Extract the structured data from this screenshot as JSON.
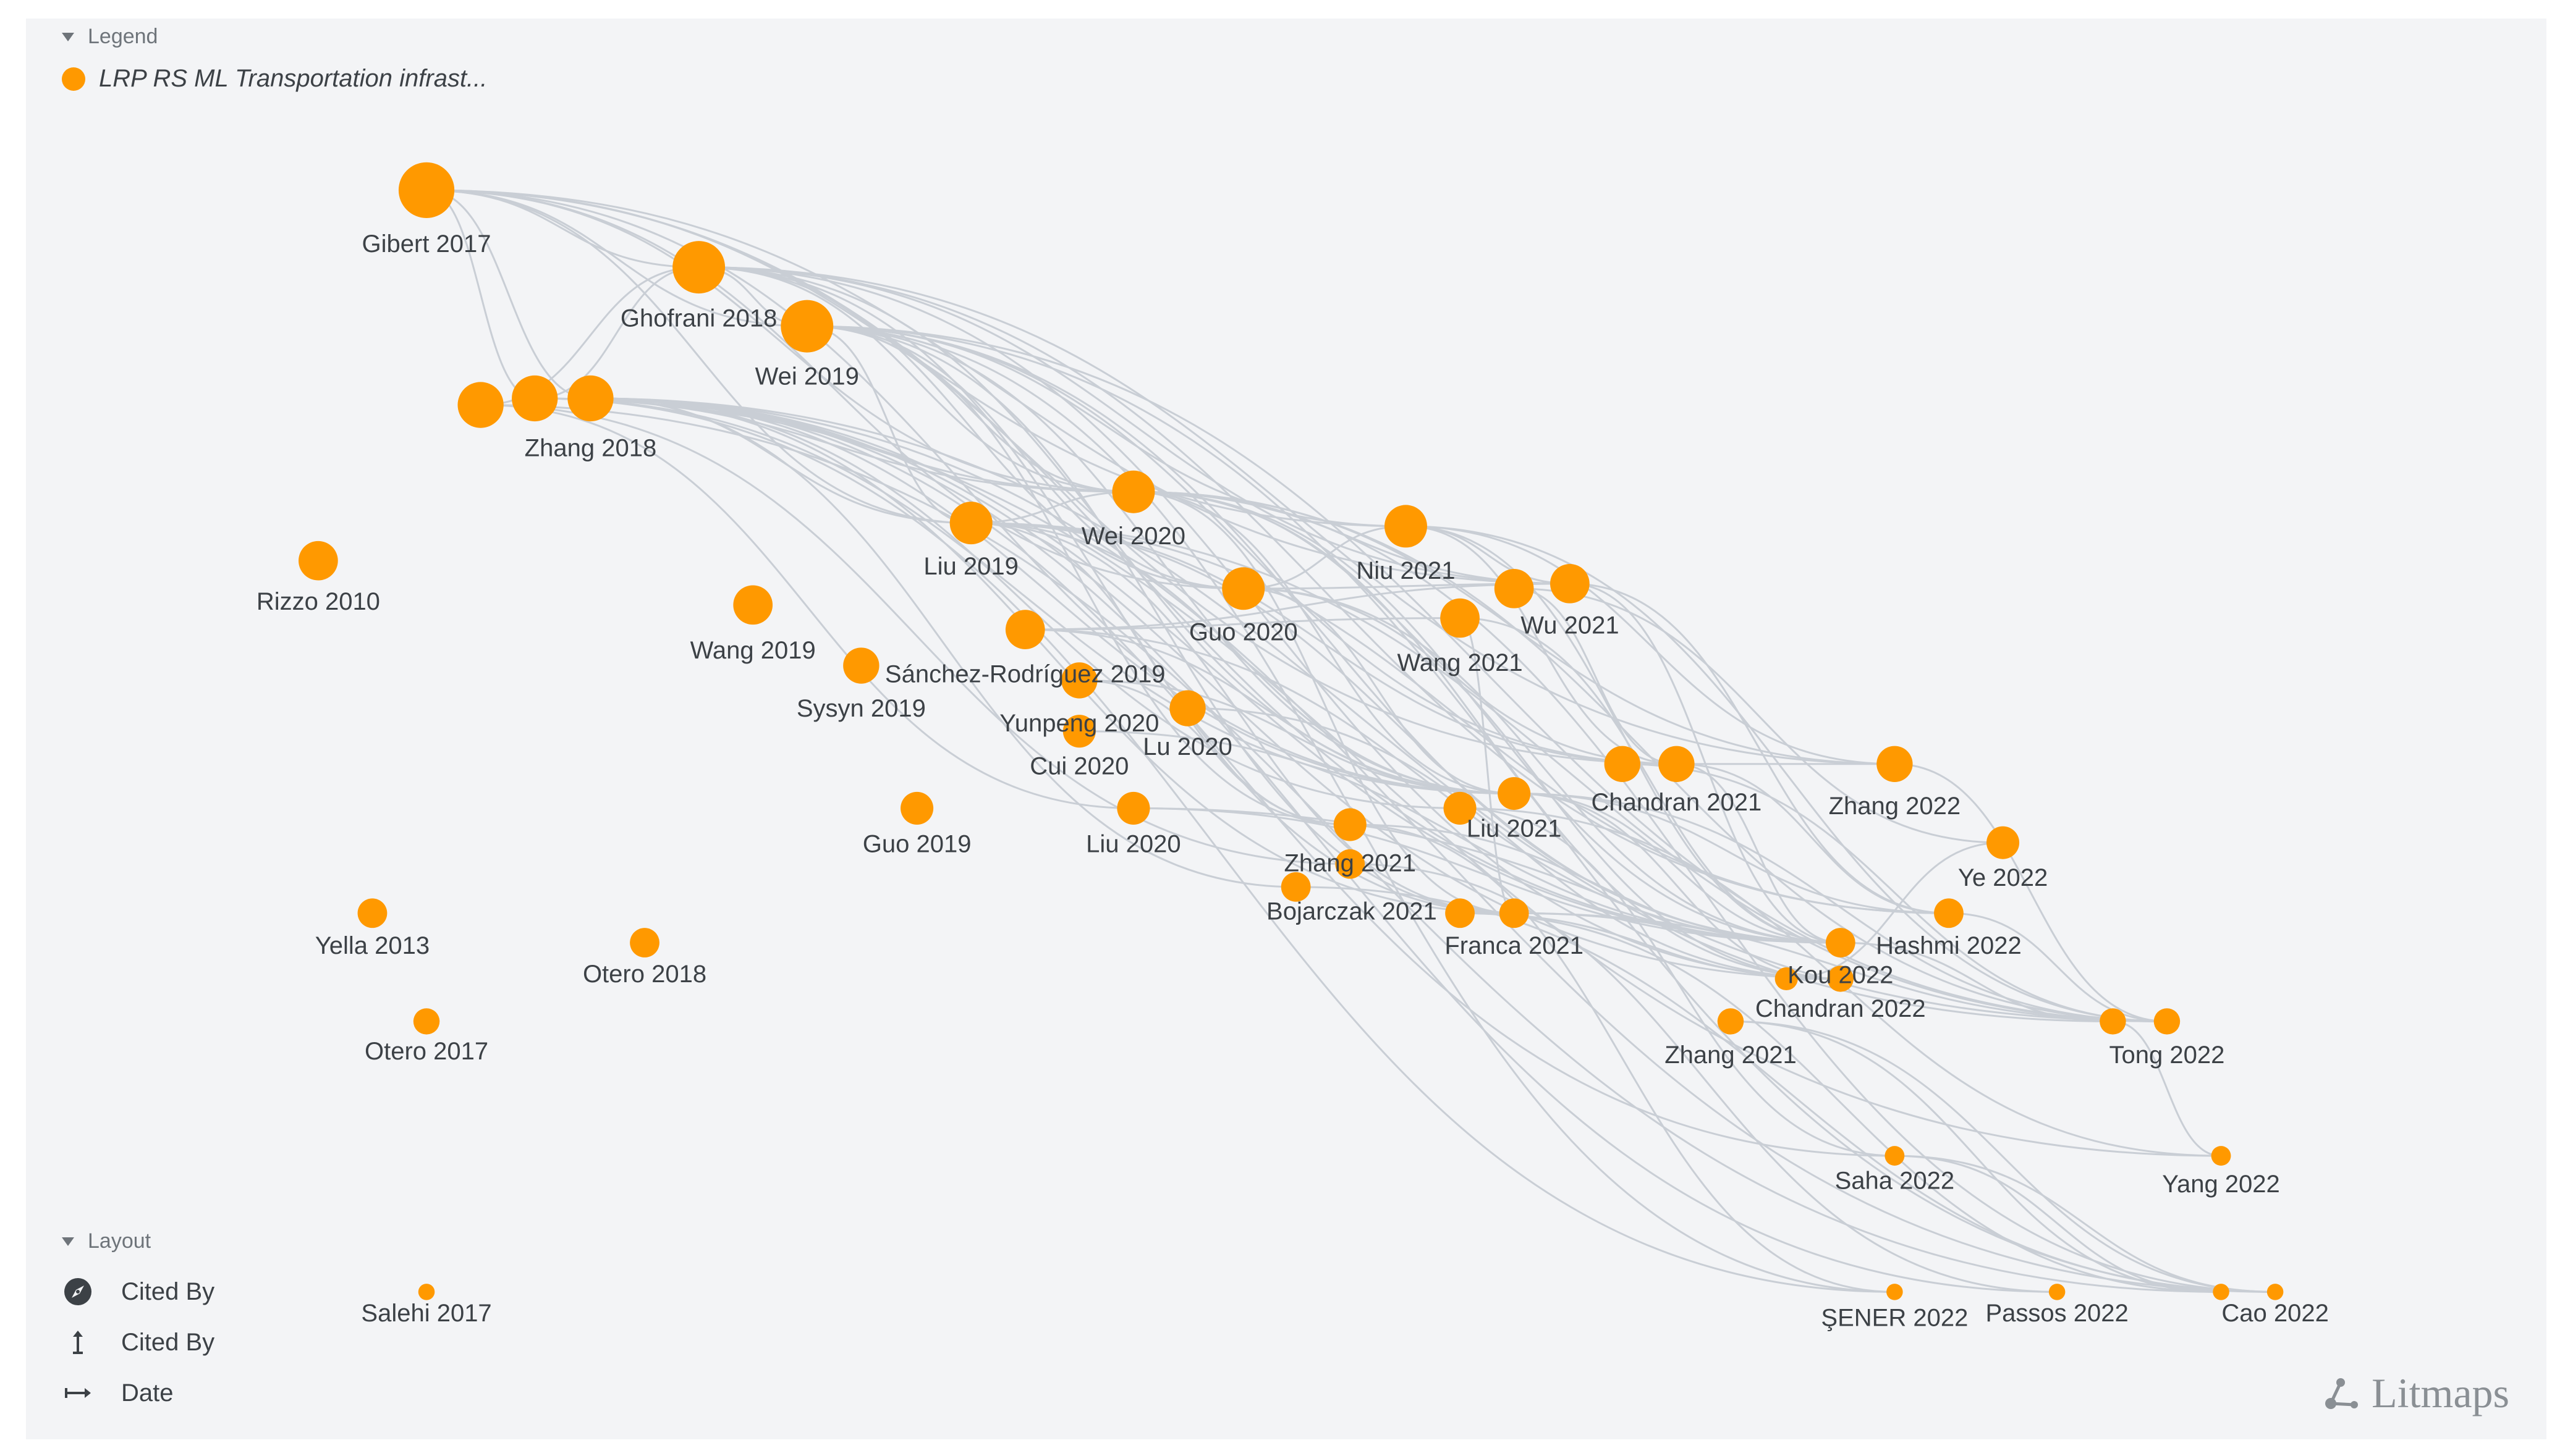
{
  "legend": {
    "header": "Legend",
    "items": [
      {
        "label": "LRP RS ML Transportation infrast...",
        "color": "#ff9900"
      }
    ]
  },
  "layout": {
    "header": "Layout",
    "items": [
      {
        "label": "Cited By",
        "icon": "compass-icon"
      },
      {
        "label": "Cited By",
        "icon": "vertical-axis-icon"
      },
      {
        "label": "Date",
        "icon": "horizontal-axis-icon"
      }
    ]
  },
  "logo": {
    "text": "Litmaps"
  },
  "colors": {
    "node": "#ff9900",
    "edge": "#c9ced5",
    "background": "#f3f4f6",
    "label": "#3c4146"
  },
  "graph": {
    "papers": [
      {
        "id": "gibert2017",
        "label": "Gibert 2017"
      },
      {
        "id": "ghofrani2018",
        "label": "Ghofrani 2018"
      },
      {
        "id": "wei2019",
        "label": "Wei 2019"
      },
      {
        "id": "zhang2018",
        "label": "Zhang 2018"
      },
      {
        "id": "zhang2018b",
        "label": ""
      },
      {
        "id": "zhang2018c",
        "label": ""
      },
      {
        "id": "rizzo2010",
        "label": "Rizzo 2010"
      },
      {
        "id": "liu2019",
        "label": "Liu 2019"
      },
      {
        "id": "wei2020",
        "label": "Wei 2020"
      },
      {
        "id": "niu2021",
        "label": "Niu 2021"
      },
      {
        "id": "guo2020",
        "label": "Guo 2020"
      },
      {
        "id": "wu2021",
        "label": "Wu 2021"
      },
      {
        "id": "wu2021b",
        "label": ""
      },
      {
        "id": "wang2021",
        "label": "Wang 2021"
      },
      {
        "id": "wang2019",
        "label": "Wang 2019"
      },
      {
        "id": "sanchez2019",
        "label": "Sánchez-Rodríguez 2019"
      },
      {
        "id": "sysyn2019",
        "label": "Sysyn 2019"
      },
      {
        "id": "yunpeng2020",
        "label": "Yunpeng 2020"
      },
      {
        "id": "cui2020",
        "label": "Cui 2020"
      },
      {
        "id": "lu2020",
        "label": "Lu 2020"
      },
      {
        "id": "guo2019",
        "label": "Guo 2019"
      },
      {
        "id": "liu2020",
        "label": "Liu 2020"
      },
      {
        "id": "chandran2021",
        "label": "Chandran 2021"
      },
      {
        "id": "chandran2021b",
        "label": ""
      },
      {
        "id": "zhang2022",
        "label": "Zhang 2022"
      },
      {
        "id": "liu2021",
        "label": "Liu 2021"
      },
      {
        "id": "liu2021b",
        "label": ""
      },
      {
        "id": "zhang2021",
        "label": "Zhang 2021"
      },
      {
        "id": "zhang2021b",
        "label": ""
      },
      {
        "id": "bojarczak2021",
        "label": "Bojarczak 2021"
      },
      {
        "id": "franca2021",
        "label": "Franca 2021"
      },
      {
        "id": "franca2021b",
        "label": ""
      },
      {
        "id": "ye2022",
        "label": "Ye 2022"
      },
      {
        "id": "hashmi2022",
        "label": "Hashmi 2022"
      },
      {
        "id": "kou2022",
        "label": "Kou 2022"
      },
      {
        "id": "kou2022b",
        "label": ""
      },
      {
        "id": "chandran2022",
        "label": "Chandran 2022"
      },
      {
        "id": "zhang2021c",
        "label": "Zhang 2021"
      },
      {
        "id": "tong2022",
        "label": "Tong 2022"
      },
      {
        "id": "tong2022b",
        "label": ""
      },
      {
        "id": "yella2013",
        "label": "Yella 2013"
      },
      {
        "id": "otero2018",
        "label": "Otero 2018"
      },
      {
        "id": "otero2017",
        "label": "Otero 2017"
      },
      {
        "id": "saha2022",
        "label": "Saha 2022"
      },
      {
        "id": "yang2022",
        "label": "Yang 2022"
      },
      {
        "id": "salehi2017",
        "label": "Salehi 2017"
      },
      {
        "id": "sener2022",
        "label": "ŞENER 2022"
      },
      {
        "id": "passos2022",
        "label": "Passos 2022"
      },
      {
        "id": "cao2022",
        "label": "Cao 2022"
      },
      {
        "id": "cao2022b",
        "label": ""
      }
    ],
    "links": [
      [
        "gibert2017",
        "ghofrani2018"
      ],
      [
        "gibert2017",
        "wei2019"
      ],
      [
        "gibert2017",
        "zhang2018"
      ],
      [
        "gibert2017",
        "zhang2018b"
      ],
      [
        "gibert2017",
        "liu2019"
      ],
      [
        "gibert2017",
        "wei2020"
      ],
      [
        "gibert2017",
        "guo2020"
      ],
      [
        "gibert2017",
        "niu2021"
      ],
      [
        "gibert2017",
        "liu2021"
      ],
      [
        "gibert2017",
        "chandran2021"
      ],
      [
        "gibert2017",
        "kou2022"
      ],
      [
        "gibert2017",
        "wu2021"
      ],
      [
        "ghofrani2018",
        "wei2019"
      ],
      [
        "ghofrani2018",
        "zhang2018b"
      ],
      [
        "ghofrani2018",
        "wei2020"
      ],
      [
        "ghofrani2018",
        "guo2020"
      ],
      [
        "ghofrani2018",
        "liu2021"
      ],
      [
        "ghofrani2018",
        "zhang2022"
      ],
      [
        "ghofrani2018",
        "wu2021"
      ],
      [
        "ghofrani2018",
        "chandran2022"
      ],
      [
        "ghofrani2018",
        "franca2021"
      ],
      [
        "ghofrani2018",
        "hashmi2022"
      ],
      [
        "wei2019",
        "wei2020"
      ],
      [
        "wei2019",
        "liu2019"
      ],
      [
        "wei2019",
        "guo2020"
      ],
      [
        "wei2019",
        "liu2021"
      ],
      [
        "wei2019",
        "chandran2021"
      ],
      [
        "wei2019",
        "kou2022"
      ],
      [
        "wei2019",
        "tong2022"
      ],
      [
        "wei2019",
        "zhang2021"
      ],
      [
        "wei2019",
        "sener2022"
      ],
      [
        "wei2019",
        "cao2022"
      ],
      [
        "wei2019",
        "niu2021"
      ],
      [
        "wei2019",
        "franca2021"
      ],
      [
        "zhang2018",
        "liu2019"
      ],
      [
        "zhang2018",
        "wei2020"
      ],
      [
        "zhang2018",
        "liu2021"
      ],
      [
        "zhang2018",
        "kou2022"
      ],
      [
        "zhang2018",
        "cao2022"
      ],
      [
        "zhang2018",
        "passos2022"
      ],
      [
        "zhang2018",
        "saha2022"
      ],
      [
        "zhang2018",
        "franca2021"
      ],
      [
        "zhang2018",
        "chandran2022"
      ],
      [
        "zhang2018",
        "tong2022b"
      ],
      [
        "zhang2018",
        "bojarczak2021"
      ],
      [
        "zhang2018",
        "liu2021b"
      ],
      [
        "zhang2018b",
        "wei2020"
      ],
      [
        "zhang2018b",
        "liu2021"
      ],
      [
        "zhang2018b",
        "sener2022"
      ],
      [
        "zhang2018b",
        "yang2022"
      ],
      [
        "zhang2018c",
        "ghofrani2018"
      ],
      [
        "zhang2018c",
        "liu2020"
      ],
      [
        "zhang2018c",
        "zhang2021b"
      ],
      [
        "zhang2018c",
        "cao2022b"
      ],
      [
        "liu2019",
        "wei2020"
      ],
      [
        "liu2019",
        "liu2021"
      ],
      [
        "liu2019",
        "kou2022"
      ],
      [
        "liu2019",
        "chandran2021"
      ],
      [
        "liu2019",
        "tong2022"
      ],
      [
        "liu2019",
        "franca2021"
      ],
      [
        "liu2019",
        "zhang2021"
      ],
      [
        "liu2019",
        "hashmi2022"
      ],
      [
        "wei2020",
        "liu2021"
      ],
      [
        "wei2020",
        "chandran2021"
      ],
      [
        "wei2020",
        "kou2022"
      ],
      [
        "wei2020",
        "zhang2022"
      ],
      [
        "wei2020",
        "franca2021"
      ],
      [
        "wei2020",
        "tong2022"
      ],
      [
        "wei2020",
        "chandran2022"
      ],
      [
        "wei2020",
        "wu2021"
      ],
      [
        "wei2020",
        "cao2022"
      ],
      [
        "niu2021",
        "wu2021"
      ],
      [
        "niu2021",
        "kou2022"
      ],
      [
        "niu2021",
        "chandran2021"
      ],
      [
        "niu2021",
        "tong2022"
      ],
      [
        "niu2021",
        "zhang2022"
      ],
      [
        "guo2020",
        "niu2021"
      ],
      [
        "guo2020",
        "wu2021"
      ],
      [
        "guo2020",
        "liu2021"
      ],
      [
        "guo2020",
        "kou2022"
      ],
      [
        "guo2020",
        "chandran2022"
      ],
      [
        "wu2021",
        "hashmi2022"
      ],
      [
        "wu2021",
        "kou2022"
      ],
      [
        "wu2021b",
        "chandran2021"
      ],
      [
        "wu2021b",
        "ye2022"
      ],
      [
        "wang2021",
        "kou2022"
      ],
      [
        "wang2021",
        "franca2021"
      ],
      [
        "wang2021b",
        "x"
      ],
      [
        "sanchez2019",
        "liu2021"
      ],
      [
        "sanchez2019",
        "kou2022"
      ],
      [
        "sanchez2019",
        "wu2021"
      ],
      [
        "sanchez2019",
        "wang2021"
      ],
      [
        "yunpeng2020",
        "liu2021"
      ],
      [
        "yunpeng2020",
        "zhang2021"
      ],
      [
        "cui2020",
        "kou2022"
      ],
      [
        "lu2020",
        "chandran2022"
      ],
      [
        "liu2020",
        "tong2022"
      ],
      [
        "liu2020",
        "kou2022"
      ],
      [
        "chandran2021",
        "zhang2022"
      ],
      [
        "chandran2021",
        "kou2022"
      ],
      [
        "chandran2021b",
        "tong2022"
      ],
      [
        "chandran2021",
        "hashmi2022"
      ],
      [
        "zhang2022",
        "tong2022"
      ],
      [
        "liu2021",
        "kou2022"
      ],
      [
        "liu2021",
        "hashmi2022"
      ],
      [
        "liu2021",
        "tong2022"
      ],
      [
        "liu2021",
        "chandran2022"
      ],
      [
        "liu2021b",
        "yang2022"
      ],
      [
        "liu2021b",
        "saha2022"
      ],
      [
        "zhang2021",
        "sener2022"
      ],
      [
        "zhang2021",
        "kou2022"
      ],
      [
        "zhang2021b",
        "passos2022"
      ],
      [
        "bojarczak2021",
        "cao2022"
      ],
      [
        "franca2021",
        "kou2022"
      ],
      [
        "franca2021",
        "tong2022"
      ],
      [
        "franca2021b",
        "chandran2022"
      ],
      [
        "franca2021b",
        "cao2022b"
      ],
      [
        "hashmi2022",
        "tong2022"
      ],
      [
        "tong2022b",
        "yang2022"
      ],
      [
        "kou2022",
        "tong2022b"
      ],
      [
        "zhang2021c",
        "cao2022"
      ],
      [
        "zhang2021c",
        "cao2022b"
      ],
      [
        "saha2022",
        "cao2022"
      ],
      [
        "saha2022",
        "cao2022b"
      ],
      [
        "kou2022b",
        "chandran2022"
      ],
      [
        "ye2022",
        "kou2022b"
      ]
    ]
  }
}
